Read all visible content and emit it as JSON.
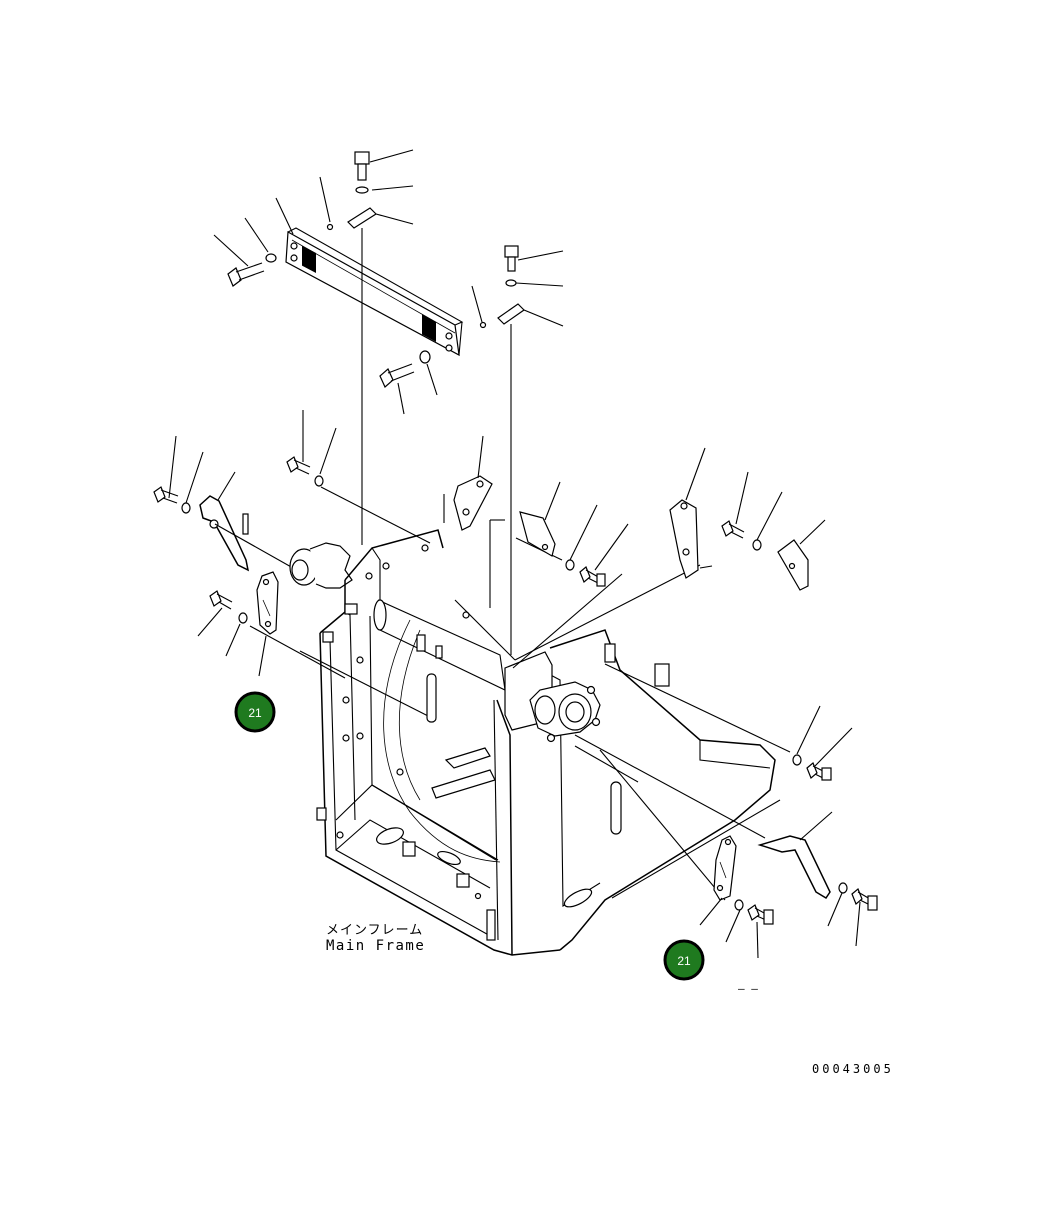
{
  "diagram": {
    "caption_jp": "メインフレーム",
    "caption_en": "Main Frame",
    "figure_number": "00043005",
    "dash_mark": "— —",
    "callouts": [
      {
        "label": "21",
        "color": "#1f7a1f"
      },
      {
        "label": "21",
        "color": "#1f7a1f"
      }
    ]
  }
}
